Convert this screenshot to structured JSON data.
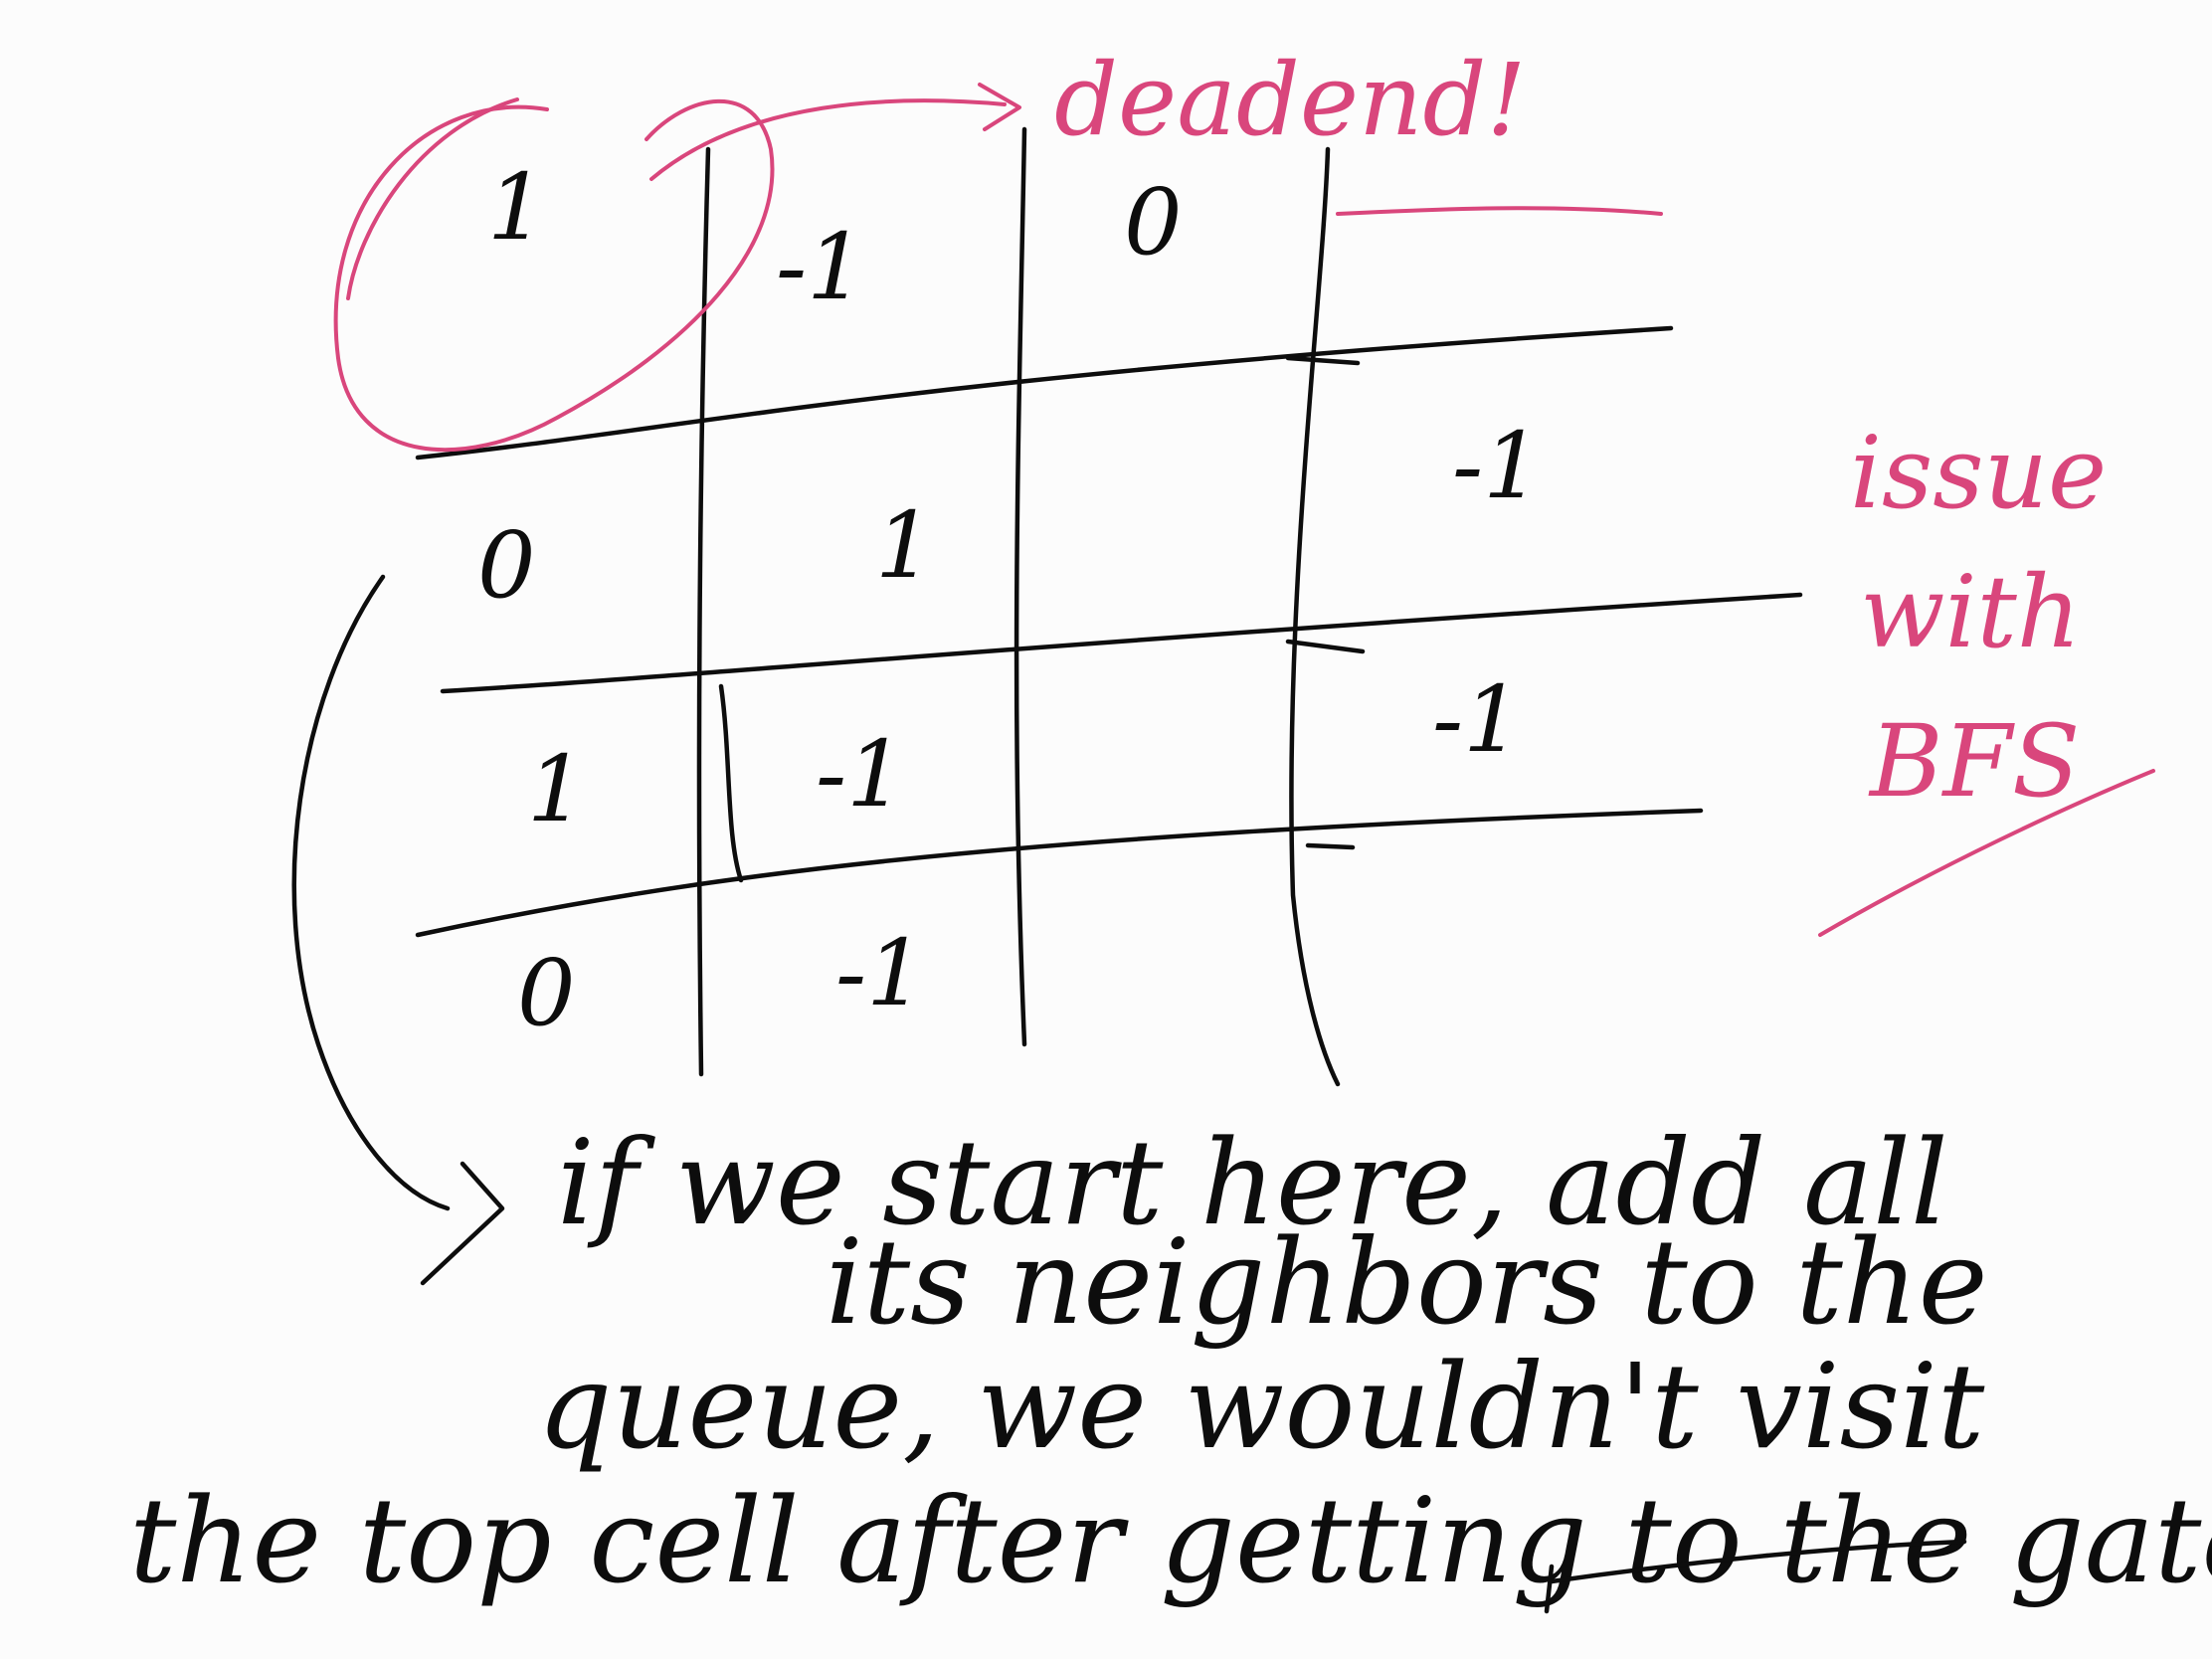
{
  "colors": {
    "ink": "#0d0d0d",
    "highlight": "#d9467c",
    "paper": "#fcfcfc"
  },
  "grid": {
    "rows": [
      [
        "1",
        "-1",
        "0",
        ""
      ],
      [
        "0",
        "1",
        "",
        "-1"
      ],
      [
        "1",
        "-1",
        "",
        "-1"
      ],
      [
        "0",
        "-1",
        "",
        ""
      ]
    ]
  },
  "annotations": {
    "dead_end": "deadend!",
    "issue_with_bfs": [
      "issue",
      "with",
      "BFS"
    ]
  },
  "note": {
    "line1": "if we start here, add all",
    "line2": "its neighbors to the",
    "line3": "queue, we wouldn't visit",
    "line4": "the top cell after getting to the gate"
  }
}
